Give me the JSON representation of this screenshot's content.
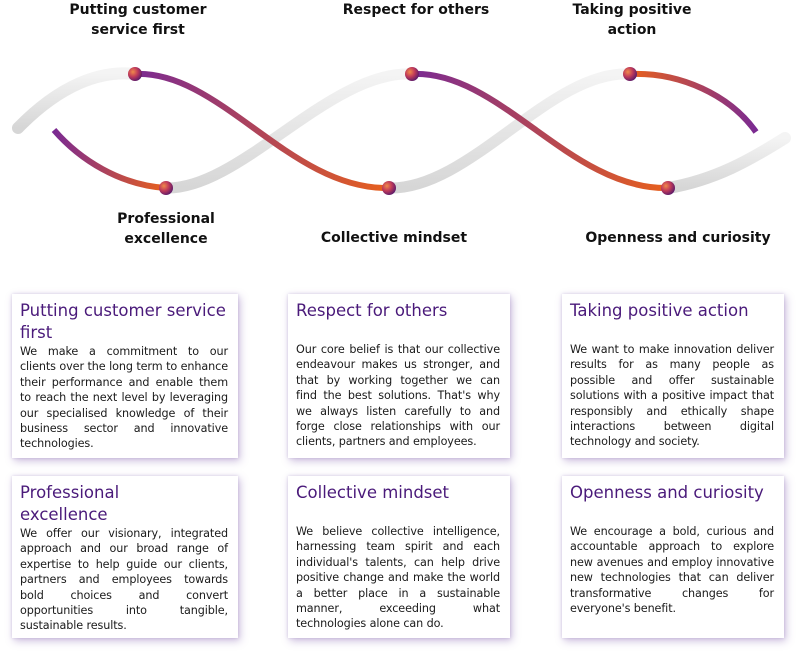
{
  "values": [
    {
      "key": "customer",
      "label": "Putting customer\nservice first",
      "title": "Putting customer service first",
      "body": "We make a commitment to our clients over the long term to enhance their performance and enable them to reach the next level by leveraging our specialised knowledge of their business sector and innovative technologies."
    },
    {
      "key": "respect",
      "label": "Respect for others",
      "title": "Respect for others",
      "body": "Our core belief is that our collective endeavour makes us stronger, and that by working together we can find the best solutions. That's why we always listen carefully to and forge close relationships with our clients, partners and employees."
    },
    {
      "key": "positive",
      "label": "Taking positive\naction",
      "title": "Taking positive action",
      "body": "We want to make innovation deliver results for as many people as possible and offer sustainable solutions with a positive impact that responsibly and ethically shape interactions between digital technology and society."
    },
    {
      "key": "excellence",
      "label": "Professional\nexcellence",
      "title": "Professional excellence",
      "body": "We offer our visionary, integrated approach and our broad range of expertise to help guide our clients, partners and employees towards bold choices and convert opportunities into tangible, sustainable results."
    },
    {
      "key": "collective",
      "label": "Collective mindset",
      "title": "Collective mindset",
      "body": "We believe collective intelligence, harnessing team spirit and each individual's talents, can help drive positive change and make the world a better place in a sustainable manner, exceeding what technologies alone can do."
    },
    {
      "key": "openness",
      "label": "Openness and curiosity",
      "title": "Openness and curiosity",
      "body": "We encourage a bold, curious and accountable approach to explore new avenues and employ innovative new technologies that can deliver transformative changes for everyone's benefit."
    }
  ],
  "colors": {
    "title_purple": "#4a1a7a",
    "ribbon_orange": "#e8601c",
    "ribbon_purple": "#6a2a8a",
    "ribbon_silver": "#e6e6e6"
  }
}
